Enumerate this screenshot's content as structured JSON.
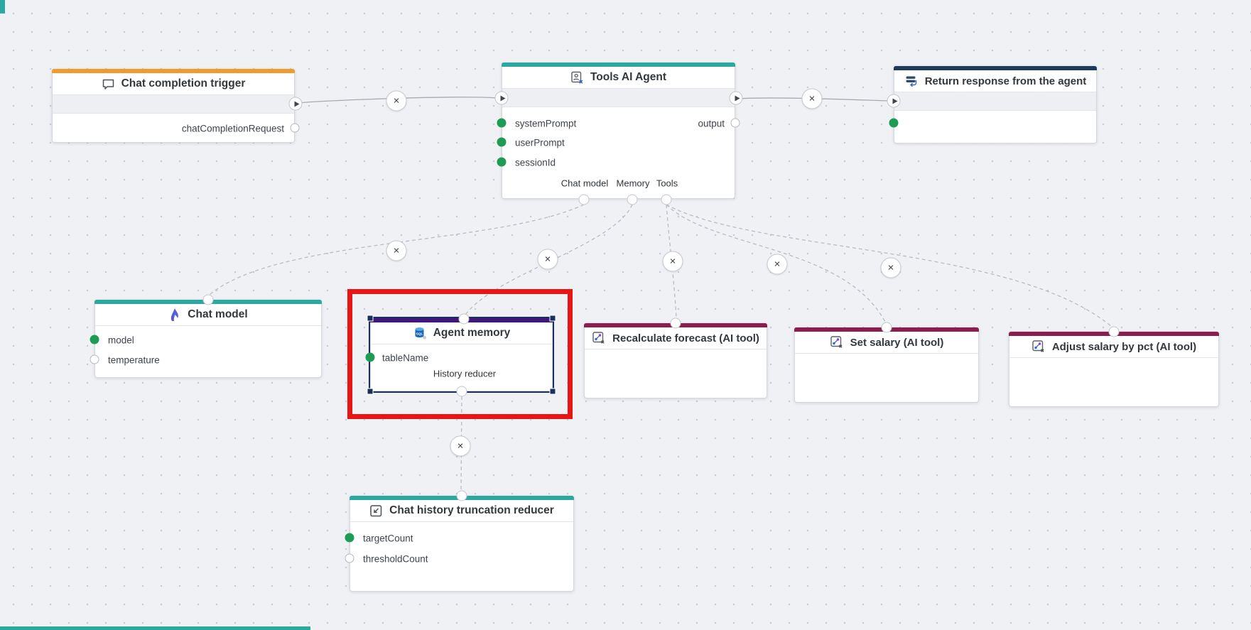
{
  "canvas": {
    "background": "#F0F1F5",
    "grid_dot_color": "#C7CAD3"
  },
  "colors": {
    "trigger_bar": "#EF9B2D",
    "teal_bar": "#2BA8A0",
    "navy_bar": "#1E3A5F",
    "maroon_bar": "#8C1D4E",
    "purple_bar": "#40187B",
    "port_filled_green": "#1E9B55",
    "selection_navy": "#16325C",
    "highlight_red": "#E81515",
    "connection_gray": "#A6AAB1"
  },
  "nodes": {
    "chat_completion_trigger": {
      "title": "Chat completion trigger",
      "icon": "chat-bubble-icon",
      "bar_color": "#EF9B2D",
      "outputs": [
        {
          "label": "chatCompletionRequest",
          "filled": false
        }
      ]
    },
    "tools_ai_agent": {
      "title": "Tools AI Agent",
      "icon": "ai-agent-icon",
      "bar_color": "#2BA8A0",
      "inputs": [
        {
          "label": "systemPrompt",
          "filled": true
        },
        {
          "label": "userPrompt",
          "filled": true
        },
        {
          "label": "sessionId",
          "filled": true
        }
      ],
      "outputs": [
        {
          "label": "output",
          "filled": false
        }
      ],
      "connectors": [
        {
          "label": "Chat model"
        },
        {
          "label": "Memory"
        },
        {
          "label": "Tools"
        }
      ]
    },
    "return_response": {
      "title": "Return response from the agent",
      "icon": "return-response-icon",
      "bar_color": "#1E3A5F",
      "inputs": [
        {
          "label": "",
          "filled": true
        }
      ]
    },
    "chat_model": {
      "title": "Chat model",
      "icon": "ai-model-icon",
      "bar_color": "#2BA8A0",
      "inputs": [
        {
          "label": "model",
          "filled": true
        },
        {
          "label": "temperature",
          "filled": false
        }
      ]
    },
    "agent_memory": {
      "title": "Agent memory",
      "icon": "sql-database-icon",
      "bar_color": "#40187B",
      "selected": true,
      "inputs": [
        {
          "label": "tableName",
          "filled": true
        }
      ],
      "connectors": [
        {
          "label": "History reducer"
        }
      ]
    },
    "recalculate_forecast": {
      "title": "Recalculate forecast (AI tool)",
      "icon": "ai-tool-icon",
      "bar_color": "#8C1D4E"
    },
    "set_salary": {
      "title": "Set salary (AI tool)",
      "icon": "ai-tool-icon",
      "bar_color": "#8C1D4E"
    },
    "adjust_salary_by_pct": {
      "title": "Adjust salary by pct (AI tool)",
      "icon": "ai-tool-icon",
      "bar_color": "#8C1D4E"
    },
    "chat_history_truncation_reducer": {
      "title": "Chat history truncation reducer",
      "icon": "truncate-reducer-icon",
      "bar_color": "#2BA8A0",
      "inputs": [
        {
          "label": "targetCount",
          "filled": true
        },
        {
          "label": "thresholdCount",
          "filled": false
        }
      ]
    }
  },
  "connection_delete_button": {
    "glyph": "×"
  }
}
